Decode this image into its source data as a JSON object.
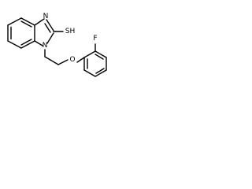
{
  "molecule": {
    "atoms": {
      "thiol": "SH",
      "ring_nitrogen_top": "N",
      "ring_nitrogen_bottom": "N",
      "ether_oxygen": "O",
      "fluorine": "F"
    }
  }
}
